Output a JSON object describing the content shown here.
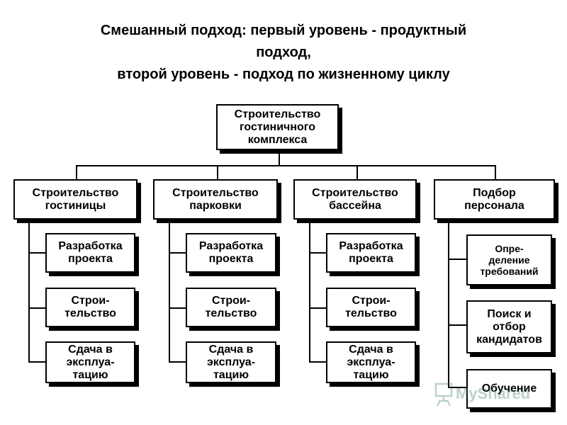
{
  "title": {
    "line1": "Смешанный подход: первый уровень - продуктный",
    "line2": "подход,",
    "line3": "второй уровень - подход по жизненному циклу"
  },
  "root": {
    "line1": "Строительство",
    "line2": "гостиничного",
    "line3": "комплекса"
  },
  "branches": [
    {
      "header": {
        "line1": "Строительство",
        "line2": "гостиницы"
      },
      "children": [
        {
          "line1": "Разработка",
          "line2": "проекта"
        },
        {
          "line1": "Строи-",
          "line2": "тельство"
        },
        {
          "line1": "Сдача в",
          "line2": "эксплуа-",
          "line3": "тацию"
        }
      ]
    },
    {
      "header": {
        "line1": "Строительство",
        "line2": "парковки"
      },
      "children": [
        {
          "line1": "Разработка",
          "line2": "проекта"
        },
        {
          "line1": "Строи-",
          "line2": "тельство"
        },
        {
          "line1": "Сдача в",
          "line2": "эксплуа-",
          "line3": "тацию"
        }
      ]
    },
    {
      "header": {
        "line1": "Строительство",
        "line2": "бассейна"
      },
      "children": [
        {
          "line1": "Разработка",
          "line2": "проекта"
        },
        {
          "line1": "Строи-",
          "line2": "тельство"
        },
        {
          "line1": "Сдача в",
          "line2": "эксплуа-",
          "line3": "тацию"
        }
      ]
    },
    {
      "header": {
        "line1": "Подбор",
        "line2": "персонала"
      },
      "children": [
        {
          "line1": "Опре-",
          "line2": "деление",
          "line3": "требований"
        },
        {
          "line1": "Поиск и",
          "line2": "отбор",
          "line3": "кандидатов"
        },
        {
          "line1": "Обучение"
        }
      ]
    }
  ],
  "watermark": {
    "text": "MyShared"
  }
}
